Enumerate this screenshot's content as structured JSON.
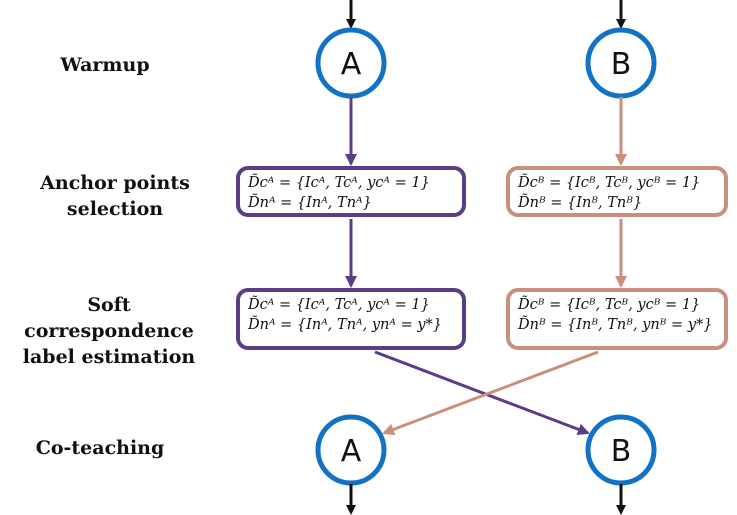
{
  "stages": {
    "warmup": "Warmup",
    "anchor_line1": "Anchor points",
    "anchor_line2": "selection",
    "soft_line1": "Soft correspondence",
    "soft_line2": "label estimation",
    "coteaching": "Co-teaching"
  },
  "nodes": {
    "top_a": "A",
    "top_b": "B",
    "bottom_a": "A",
    "bottom_b": "B"
  },
  "boxes": {
    "anchor_a": {
      "line1": "D̃cᴬ = {Icᴬ, Tcᴬ, ycᴬ = 1}",
      "line2": "D̃nᴬ = {Inᴬ, Tnᴬ}"
    },
    "anchor_b": {
      "line1": "D̃cᴮ = {Icᴮ, Tcᴮ, ycᴮ = 1}",
      "line2": "D̃nᴮ = {Inᴮ, Tnᴮ}"
    },
    "soft_a": {
      "line1": "D̃cᴬ = {Icᴬ, Tcᴬ, ycᴬ = 1}",
      "line2": "D̃nᴬ = {Inᴬ, Tnᴬ, ynᴬ = y*}"
    },
    "soft_b": {
      "line1": "D̃cᴮ = {Icᴮ, Tcᴮ, ycᴮ = 1}",
      "line2": "D̃nᴮ = {Inᴮ, Tnᴮ, ynᴮ = y*}"
    }
  },
  "colors": {
    "node_ring": "#1273c4",
    "stream_a": "#5b3c87",
    "stream_b": "#c98e7c",
    "io_arrow": "#111111"
  }
}
